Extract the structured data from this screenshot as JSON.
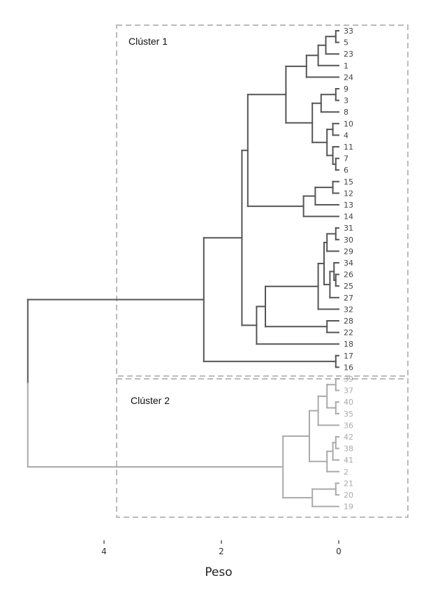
{
  "chart_data": {
    "type": "dendrogram",
    "orientation": "horizontal",
    "xlabel": "Peso",
    "x_ticks": [
      "4",
      "2",
      "0"
    ],
    "x_tick_values": [
      4,
      2,
      0
    ],
    "xlim": [
      5.3,
      -1.2
    ],
    "reversed_axis": true,
    "colors": {
      "cluster_1": "#555555",
      "cluster_2": "#aaaaaa",
      "box": "#bbbbbb"
    },
    "clusters": [
      {
        "name": "Clúster 1",
        "leaves": [
          "33",
          "5",
          "23",
          "1",
          "24",
          "9",
          "3",
          "8",
          "10",
          "4",
          "11",
          "7",
          "6",
          "15",
          "12",
          "13",
          "14",
          "31",
          "30",
          "29",
          "34",
          "26",
          "25",
          "27",
          "32",
          "28",
          "22",
          "18",
          "17",
          "16"
        ]
      },
      {
        "name": "Clúster 2",
        "leaves": [
          "39",
          "37",
          "40",
          "35",
          "36",
          "42",
          "38",
          "41",
          "2",
          "21",
          "20",
          "19"
        ]
      }
    ],
    "leaves": [
      "33",
      "5",
      "23",
      "1",
      "24",
      "9",
      "3",
      "8",
      "10",
      "4",
      "11",
      "7",
      "6",
      "15",
      "12",
      "13",
      "14",
      "31",
      "30",
      "29",
      "34",
      "26",
      "25",
      "27",
      "32",
      "28",
      "22",
      "18",
      "17",
      "16",
      "39",
      "37",
      "40",
      "35",
      "36",
      "42",
      "38",
      "41",
      "2",
      "21",
      "20",
      "19"
    ],
    "merges": [
      {
        "id": "a1",
        "children": [
          "33",
          "5"
        ],
        "height": 0.05
      },
      {
        "id": "a2",
        "children": [
          "a1",
          "23"
        ],
        "height": 0.22
      },
      {
        "id": "a3",
        "children": [
          "a2",
          "1"
        ],
        "height": 0.35
      },
      {
        "id": "a4",
        "children": [
          "a3",
          "24"
        ],
        "height": 0.55
      },
      {
        "id": "b1",
        "children": [
          "9",
          "3"
        ],
        "height": 0.05
      },
      {
        "id": "b2",
        "children": [
          "b1",
          "8"
        ],
        "height": 0.3
      },
      {
        "id": "b3",
        "children": [
          "10",
          "4"
        ],
        "height": 0.1
      },
      {
        "id": "b4",
        "children": [
          "7",
          "6"
        ],
        "height": 0.05
      },
      {
        "id": "b5",
        "children": [
          "11",
          "b4"
        ],
        "height": 0.1
      },
      {
        "id": "b6",
        "children": [
          "b3",
          "b5"
        ],
        "height": 0.2
      },
      {
        "id": "b7",
        "children": [
          "b2",
          "b6"
        ],
        "height": 0.45
      },
      {
        "id": "c1",
        "children": [
          "a4",
          "b7"
        ],
        "height": 0.9
      },
      {
        "id": "d1",
        "children": [
          "15",
          "12"
        ],
        "height": 0.1
      },
      {
        "id": "d2",
        "children": [
          "d1",
          "13"
        ],
        "height": 0.4
      },
      {
        "id": "d3",
        "children": [
          "d2",
          "14"
        ],
        "height": 0.6
      },
      {
        "id": "e1",
        "children": [
          "c1",
          "d3"
        ],
        "height": 1.55
      },
      {
        "id": "f1",
        "children": [
          "31",
          "30"
        ],
        "height": 0.05
      },
      {
        "id": "f2",
        "children": [
          "f1",
          "29"
        ],
        "height": 0.2
      },
      {
        "id": "f3",
        "children": [
          "26",
          "25"
        ],
        "height": 0.05
      },
      {
        "id": "f4",
        "children": [
          "34",
          "f3"
        ],
        "height": 0.08
      },
      {
        "id": "f5",
        "children": [
          "f4",
          "27"
        ],
        "height": 0.15
      },
      {
        "id": "f6",
        "children": [
          "f2",
          "f5"
        ],
        "height": 0.25
      },
      {
        "id": "f7",
        "children": [
          "f6",
          "32"
        ],
        "height": 0.35
      },
      {
        "id": "g1",
        "children": [
          "28",
          "22"
        ],
        "height": 0.2
      },
      {
        "id": "h1",
        "children": [
          "f7",
          "g1"
        ],
        "height": 1.25
      },
      {
        "id": "h2",
        "children": [
          "h1",
          "18"
        ],
        "height": 1.4
      },
      {
        "id": "i1",
        "children": [
          "e1",
          "h2"
        ],
        "height": 1.65
      },
      {
        "id": "j1",
        "children": [
          "17",
          "16"
        ],
        "height": 0.05
      },
      {
        "id": "k1",
        "children": [
          "i1",
          "j1"
        ],
        "height": 2.3
      },
      {
        "id": "m1",
        "children": [
          "39",
          "37"
        ],
        "height": 0.05
      },
      {
        "id": "m2",
        "children": [
          "40",
          "35"
        ],
        "height": 0.05
      },
      {
        "id": "m3",
        "children": [
          "m1",
          "m2"
        ],
        "height": 0.2
      },
      {
        "id": "m4",
        "children": [
          "m3",
          "36"
        ],
        "height": 0.35
      },
      {
        "id": "n1",
        "children": [
          "42",
          "38"
        ],
        "height": 0.05
      },
      {
        "id": "n2",
        "children": [
          "n1",
          "41"
        ],
        "height": 0.1
      },
      {
        "id": "n3",
        "children": [
          "n2",
          "2"
        ],
        "height": 0.2
      },
      {
        "id": "o1",
        "children": [
          "m4",
          "n3"
        ],
        "height": 0.5
      },
      {
        "id": "p1",
        "children": [
          "21",
          "20"
        ],
        "height": 0.05
      },
      {
        "id": "p2",
        "children": [
          "p1",
          "19"
        ],
        "height": 0.45
      },
      {
        "id": "q1",
        "children": [
          "o1",
          "p2"
        ],
        "height": 0.95
      },
      {
        "id": "root",
        "children": [
          "k1",
          "q1"
        ],
        "height": 5.3
      }
    ]
  }
}
